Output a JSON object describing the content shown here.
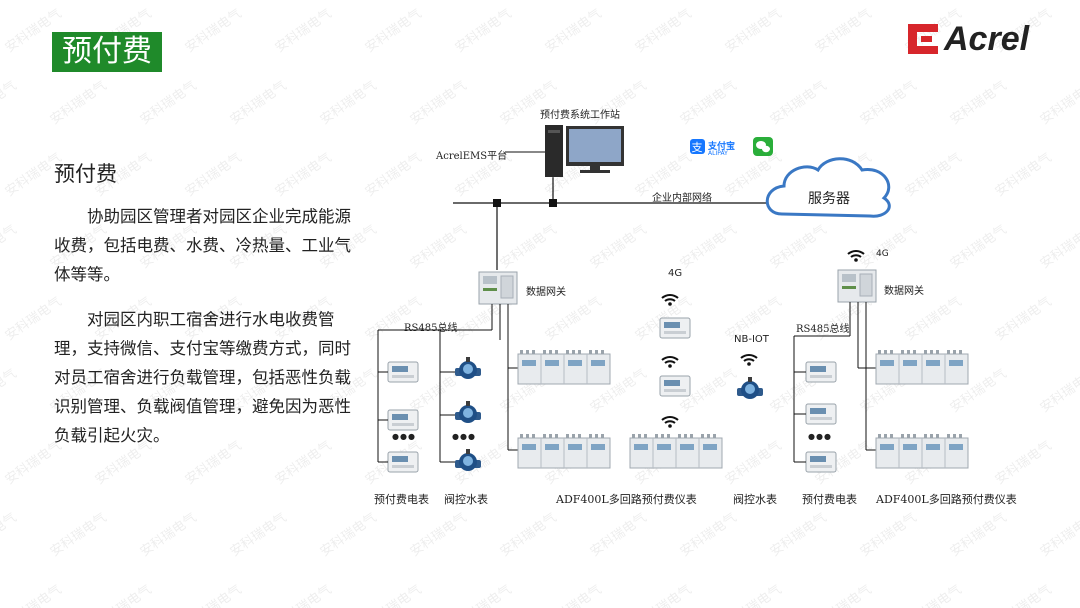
{
  "header": {
    "title": "预付费",
    "logo_text": "Acrel",
    "brand_color": "#d7262b",
    "title_bg_color": "#1f8a2a"
  },
  "content": {
    "section_title": "预付费",
    "paragraphs": [
      "协助园区管理者对园区企业完成能源收费，包括电费、水费、冷热量、工业气体等等。",
      "对园区内职工宿舍进行水电收费管理，支持微信、支付宝等缴费方式，同时对员工宿舍进行负载管理，包括恶性负载识别管理、负载阀值管理，避免因为恶性负载引起火灾。"
    ]
  },
  "diagram": {
    "workstation_label": "预付费系统工作站",
    "platform_label": "AcrelEMS平台",
    "network_label": "企业内部网络",
    "server_label": "服务器",
    "alipay_label": "支付宝",
    "alipay_sub": "ALIPAY",
    "gateway_left_label": "数据网关",
    "gateway_right_label": "数据网关",
    "bus_left_label": "RS485总线",
    "bus_right_label": "RS485总线",
    "label_4g_mid": "4G",
    "label_4g_right": "4G",
    "nbiot_label": "NB-IOT",
    "dots": "●●●",
    "bottom_labels": [
      "预付费电表",
      "阀控水表",
      "ADF400L多回路预付费仪表",
      "阀控水表",
      "预付费电表",
      "ADF400L多回路预付费仪表"
    ],
    "icons": [
      "computer-icon",
      "cloud-icon",
      "alipay-icon",
      "wechat-icon",
      "wifi-icon",
      "gateway-icon",
      "meter-icon",
      "water-meter-icon"
    ]
  },
  "watermark": "安科瑞电气"
}
